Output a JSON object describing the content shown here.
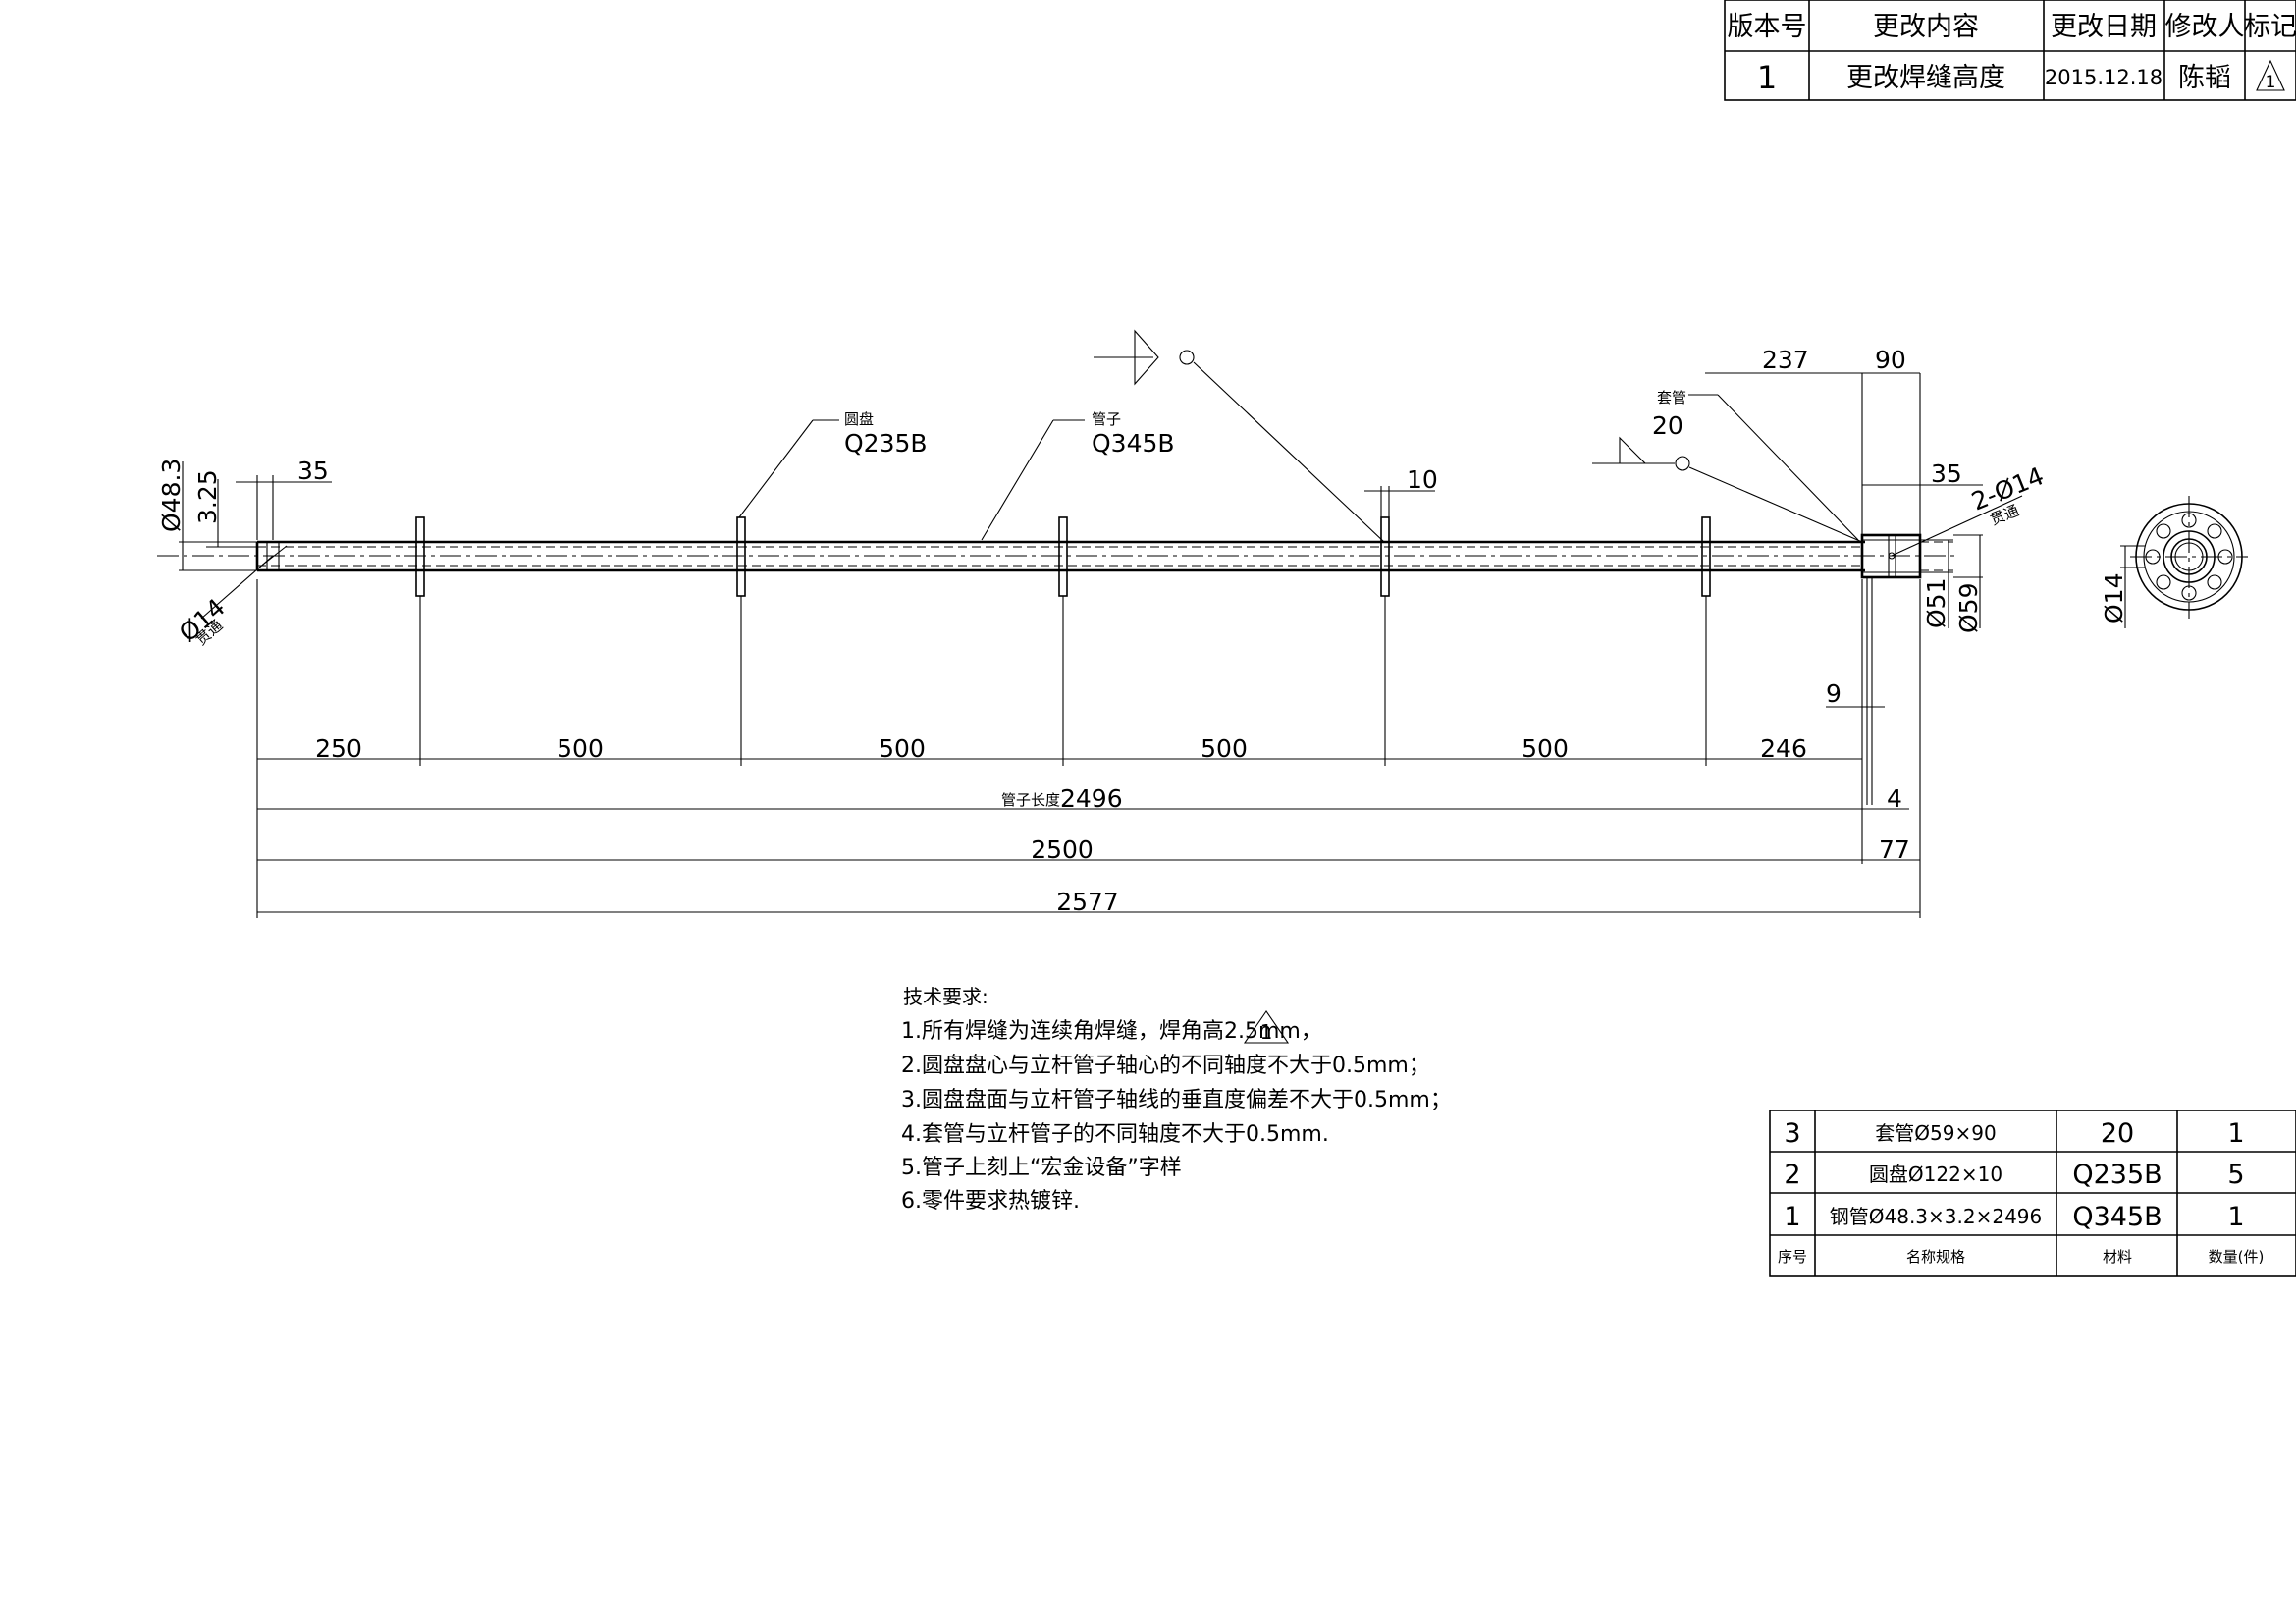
{
  "revision_table": {
    "headers": [
      "版本号",
      "更改内容",
      "更改日期",
      "修改人",
      "标记"
    ],
    "row": {
      "version": "1",
      "content": "更改焊缝高度",
      "date": "2015.12.18",
      "modifier": "陈韬",
      "mark": "1"
    }
  },
  "callouts": {
    "disc_name": "圆盘",
    "disc_material": "Q235B",
    "pipe_name": "管子",
    "pipe_material": "Q345B",
    "sleeve_name": "套管",
    "sleeve_weld": "20"
  },
  "dimensions": {
    "od_48_3": "Ø48.3",
    "wall_3_25": "3.25",
    "hole_end_35": "35",
    "left_hole": "Ø14",
    "left_hole_note": "贯通",
    "disc_thickness": "10",
    "dim_237": "237",
    "dim_90": "90",
    "right_35": "35",
    "right_holes": "2-Ø14",
    "right_holes_note": "贯通",
    "od_51": "Ø51",
    "od_59": "Ø59",
    "dim_9": "9",
    "spacing": [
      "250",
      "500",
      "500",
      "500",
      "500",
      "246"
    ],
    "pipe_length_label": "管子长度",
    "pipe_length": "2496",
    "dim_4": "4",
    "total_2500": "2500",
    "dim_77": "77",
    "total_2577": "2577",
    "end_view_hole": "Ø14"
  },
  "requirements": {
    "title": "技术要求:",
    "items": [
      "1.所有焊缝为连续角焊缝，焊角高2.5mm，",
      "2.圆盘盘心与立杆管子轴心的不同轴度不大于0.5mm；",
      "3.圆盘盘面与立杆管子轴线的垂直度偏差不大于0.5mm；",
      "4.套管与立杆管子的不同轴度不大于0.5mm.",
      "5.管子上刻上“宏金设备”字样",
      "6.零件要求热镀锌."
    ],
    "mark": "1"
  },
  "bom": {
    "rows": [
      {
        "no": "3",
        "name": "套管Ø59×90",
        "material": "20",
        "qty": "1"
      },
      {
        "no": "2",
        "name": "圆盘Ø122×10",
        "material": "Q235B",
        "qty": "5"
      },
      {
        "no": "1",
        "name": "钢管Ø48.3×3.2×2496",
        "material": "Q345B",
        "qty": "1"
      }
    ],
    "header": {
      "no": "序号",
      "name": "名称规格",
      "material": "材料",
      "qty": "数量(件)"
    }
  }
}
